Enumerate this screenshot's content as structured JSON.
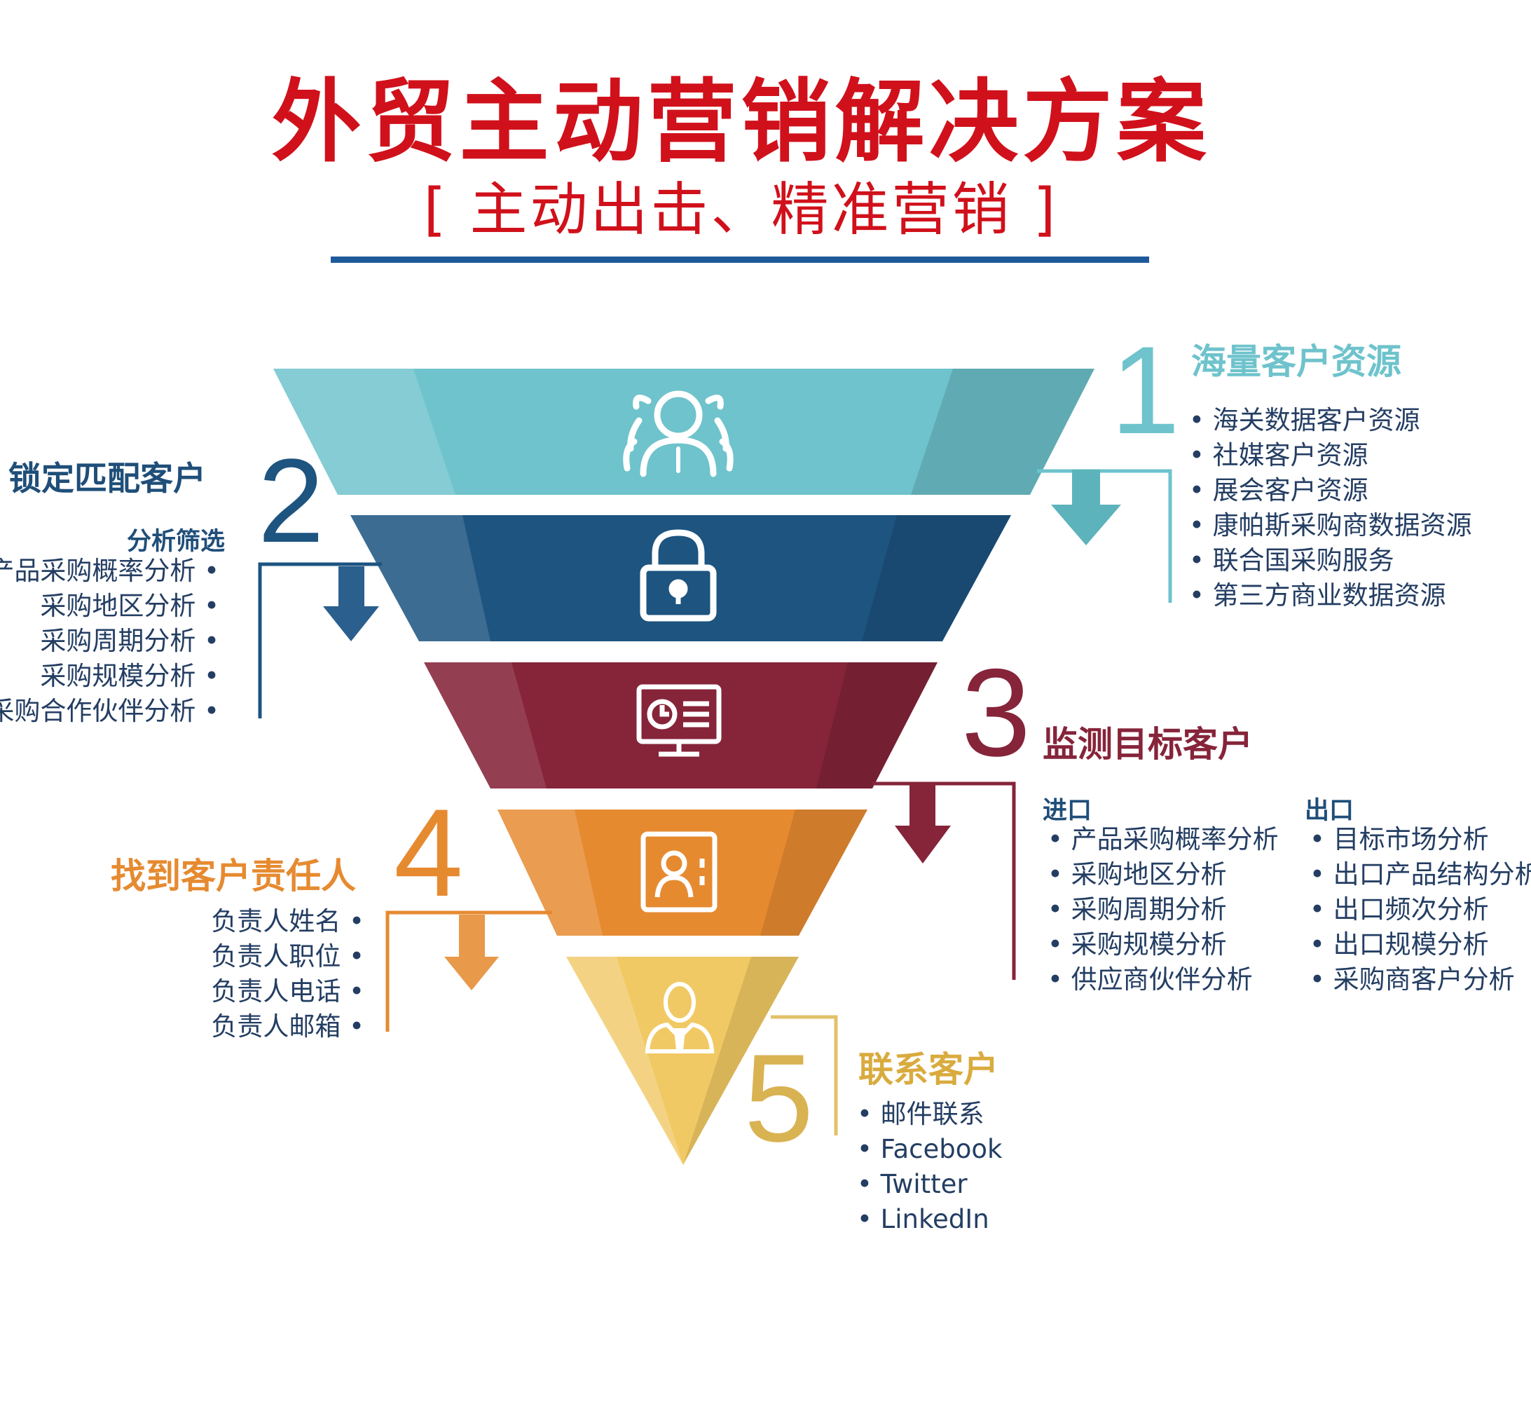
{
  "title": "外贸主动营销解决方案",
  "subtitle": "[ 主动出击、精准营销 ]",
  "colors": {
    "title_red": "#d0111b",
    "rule_blue": "#1e5a9a",
    "stage1": "#6ec3cc",
    "stage2": "#1d5480",
    "stage3": "#86243a",
    "stage4": "#e68a30",
    "stage5": "#f1c964",
    "body_text": "#243e63"
  },
  "stages": [
    {
      "number": "1",
      "heading": "海量客户资源",
      "icon": "team-icon",
      "items": [
        "海关数据客户资源",
        "社媒客户资源",
        "展会客户资源",
        "康帕斯采购商数据资源",
        "联合国采购服务",
        "第三方商业数据资源"
      ]
    },
    {
      "number": "2",
      "heading": "锁定匹配客户",
      "icon": "lock-icon",
      "subheading": "分析筛选",
      "items": [
        "产品采购概率分析",
        "采购地区分析",
        "采购周期分析",
        "采购规模分析",
        "采购合作伙伴分析"
      ]
    },
    {
      "number": "3",
      "heading": "监测目标客户",
      "icon": "monitor-dashboard-icon",
      "columns": [
        {
          "label": "进口",
          "items": [
            "产品采购概率分析",
            "采购地区分析",
            "采购周期分析",
            "采购规模分析",
            "供应商伙伴分析"
          ]
        },
        {
          "label": "出口",
          "items": [
            "目标市场分析",
            "出口产品结构分析",
            "出口频次分析",
            "出口规模分析",
            "采购商客户分析"
          ]
        }
      ]
    },
    {
      "number": "4",
      "heading": "找到客户责任人",
      "icon": "contact-card-icon",
      "items": [
        "负责人姓名",
        "负责人职位",
        "负责人电话",
        "负责人邮箱"
      ]
    },
    {
      "number": "5",
      "heading": "联系客户",
      "icon": "businessman-icon",
      "items": [
        "邮件联系",
        "Facebook",
        "Twitter",
        "LinkedIn"
      ]
    }
  ]
}
